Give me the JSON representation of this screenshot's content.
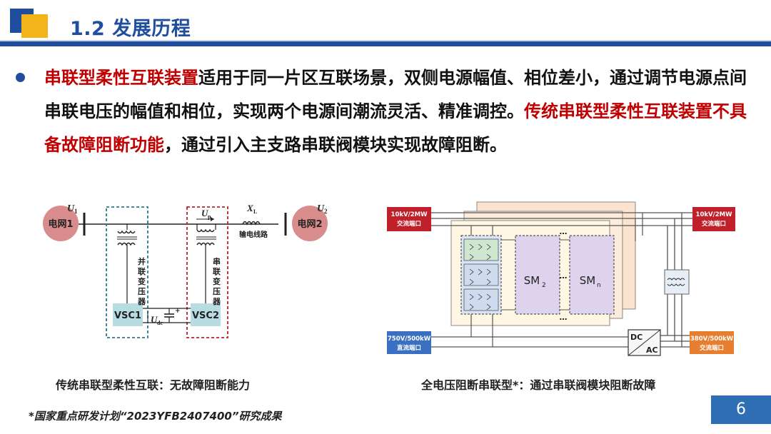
{
  "header": {
    "title": "1.2 发展历程"
  },
  "body": {
    "seg1_red": "串联型柔性互联装置",
    "seg2": "适用于同一片区互联场景，双侧电源幅值、相位差小，通过调节电源点间串联电压的幅值和相位，实现两个电源间潮流灵活、精准调控。",
    "seg3_red": "传统串联型柔性互联装置不具备故障阻断功能",
    "seg4": "，通过引入主支路串联阀模块实现故障阻断。"
  },
  "left_diagram": {
    "grid1": "电网1",
    "grid2": "电网2",
    "u1": "U",
    "u1_sub": "1",
    "u2": "U",
    "u2_sub": "2",
    "up": "U",
    "up_sub": "p",
    "xl": "X",
    "xl_sub": "L",
    "line_label": "输电线路",
    "parallel_tf": [
      "并",
      "联",
      "变",
      "压",
      "器"
    ],
    "series_tf": [
      "串",
      "联",
      "变",
      "压",
      "器"
    ],
    "vsc1": "VSC1",
    "vsc2": "VSC2",
    "udc": "U",
    "udc_sub": "dc",
    "caption": "传统串联型柔性互联：无故障阻断能力"
  },
  "right_diagram": {
    "port_ac_left": [
      "10kV/2MW",
      "交流端口"
    ],
    "port_ac_right": [
      "10kV/2MW",
      "交流端口"
    ],
    "port_dc": [
      "750V/500kW",
      "直流端口"
    ],
    "port_ac_low": [
      "380V/500kW",
      "交流端口"
    ],
    "sm2": "SM",
    "sm2_sub": "2",
    "smn": "SM",
    "smn_sub": "n",
    "dots": "…",
    "dc": "DC",
    "ac": "AC",
    "caption": "全电压阻断串联型*：通过串联阀模块阻断故障",
    "colors": {
      "port_red": "#c0202a",
      "port_blue": "#3a6fc1",
      "port_orange": "#e77d2e"
    }
  },
  "footer": {
    "footnote": "*国家重点研发计划“2023YFB2407400”研究成果",
    "page": "6"
  }
}
